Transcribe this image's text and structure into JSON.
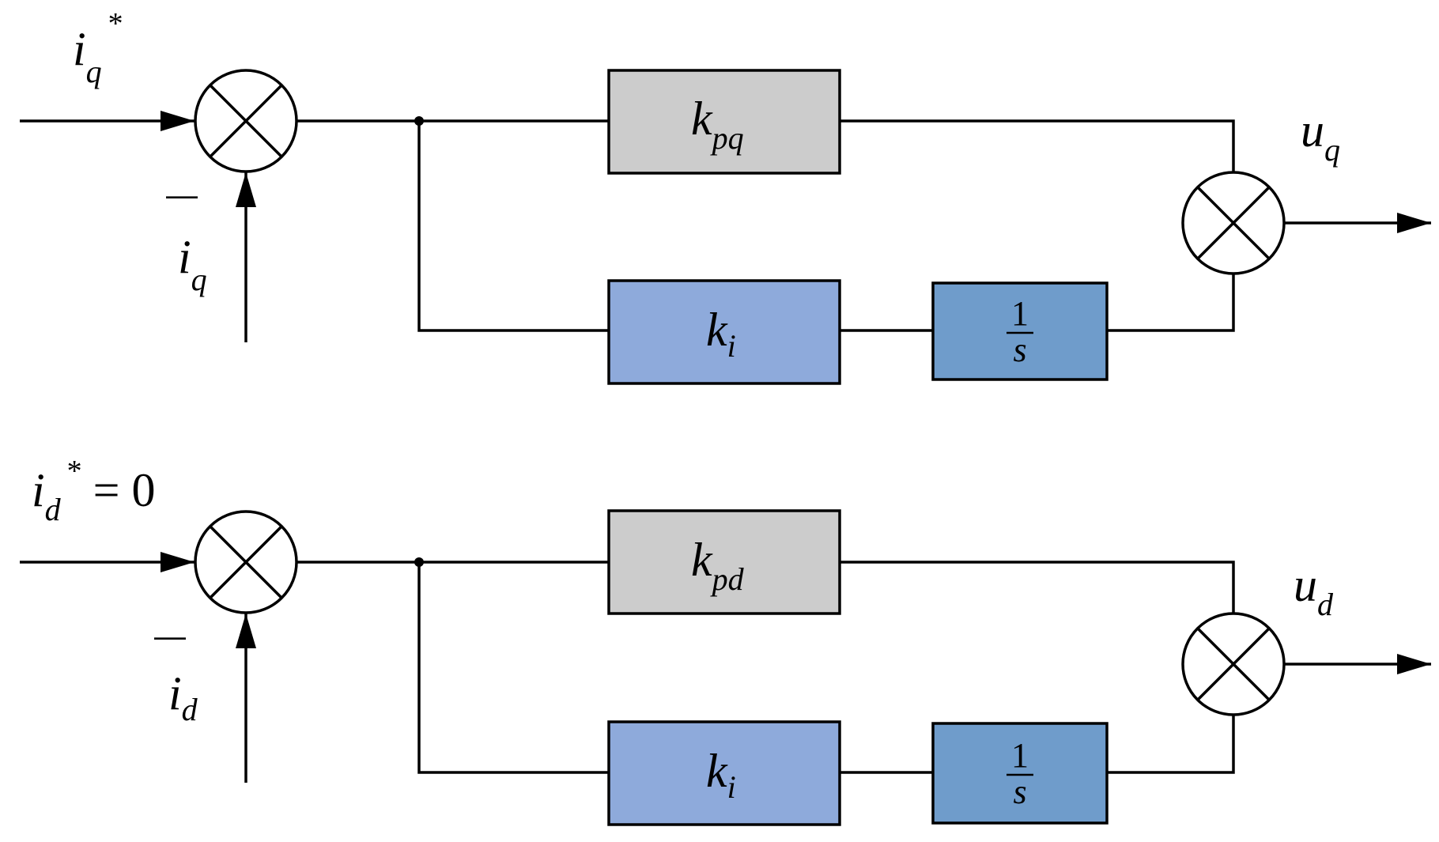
{
  "colors": {
    "proportional_box": "#cccccc",
    "integral_gain_box": "#8eaadb",
    "integrator_box": "#6f9ccb",
    "line": "#000000"
  },
  "q_loop": {
    "input_base": "i",
    "input_sub": "q",
    "input_sup": "*",
    "feedback_sign": "—",
    "feedback_base": "i",
    "feedback_sub": "q",
    "proportional_base": "k",
    "proportional_sub": "pq",
    "integral_base": "k",
    "integral_sub": "i",
    "integrator_num": "1",
    "integrator_den": "s",
    "output_base": "u",
    "output_sub": "q"
  },
  "d_loop": {
    "input_base": "i",
    "input_sub": "d",
    "input_sup": "*",
    "input_eq": "= 0",
    "feedback_sign": "—",
    "feedback_base": "i",
    "feedback_sub": "d",
    "proportional_base": "k",
    "proportional_sub": "pd",
    "integral_base": "k",
    "integral_sub": "i",
    "integrator_num": "1",
    "integrator_den": "s",
    "output_base": "u",
    "output_sub": "d"
  }
}
